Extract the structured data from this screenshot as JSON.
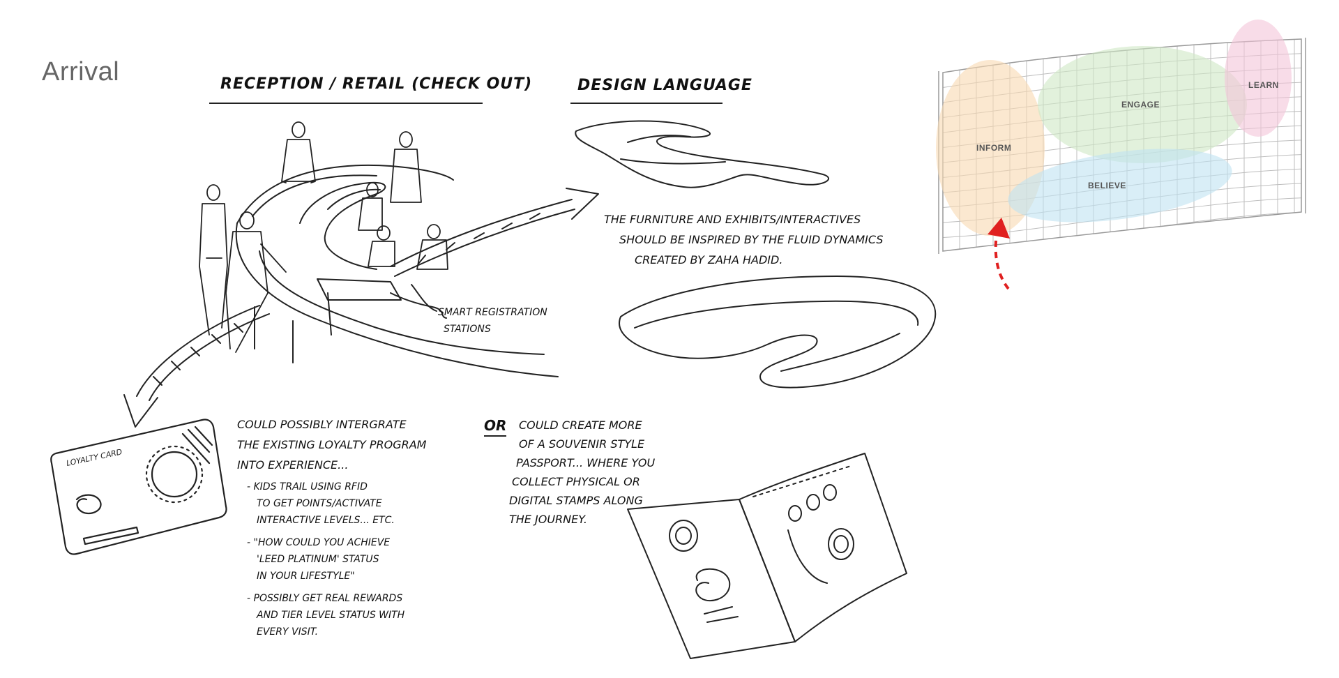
{
  "page": {
    "title": "Arrival"
  },
  "sections": {
    "reception": {
      "heading": "RECEPTION / RETAIL (CHECK OUT)"
    },
    "design": {
      "heading": "DESIGN LANGUAGE"
    }
  },
  "notes": {
    "design_text": [
      "THE FURNITURE AND EXHIBITS/INTERACTIVES",
      "SHOULD BE INSPIRED BY THE FLUID DYNAMICS",
      "CREATED BY ZAHA HADID."
    ],
    "smart_registration": [
      "SMART REGISTRATION",
      "STATIONS"
    ],
    "loyalty_text": [
      "COULD POSSIBLY INTERGRATE",
      "THE EXISTING LOYALTY PROGRAM",
      "INTO EXPERIENCE..."
    ],
    "loyalty_bullets": [
      [
        "- KIDS TRAIL USING RFID",
        "TO GET POINTS/ACTIVATE",
        "INTERACTIVE LEVELS... ETC."
      ],
      [
        "- \"HOW COULD YOU ACHIEVE",
        "'LEED PLATINUM' STATUS",
        "IN YOUR LIFESTYLE\""
      ],
      [
        "- POSSIBLY GET REAL REWARDS",
        "AND TIER LEVEL STATUS WITH",
        "EVERY VISIT."
      ]
    ],
    "or_label": "OR",
    "passport_text": [
      "COULD CREATE MORE",
      "OF A SOUVENIR STYLE",
      "PASSPORT... WHERE YOU",
      "COLLECT PHYSICAL OR",
      "DIGITAL STAMPS ALONG",
      "THE JOURNEY."
    ],
    "card_text": [
      "LOYALTY CARD"
    ]
  },
  "zone_map": {
    "zones": [
      {
        "label": "INFORM",
        "color": "#f8d9b0"
      },
      {
        "label": "ENGAGE",
        "color": "#cfe8c4"
      },
      {
        "label": "LEARN",
        "color": "#f4c4d8"
      },
      {
        "label": "BELIEVE",
        "color": "#bfe3f2"
      }
    ],
    "arrow_color": "#e02020",
    "grid_color": "#bdbdbd"
  }
}
